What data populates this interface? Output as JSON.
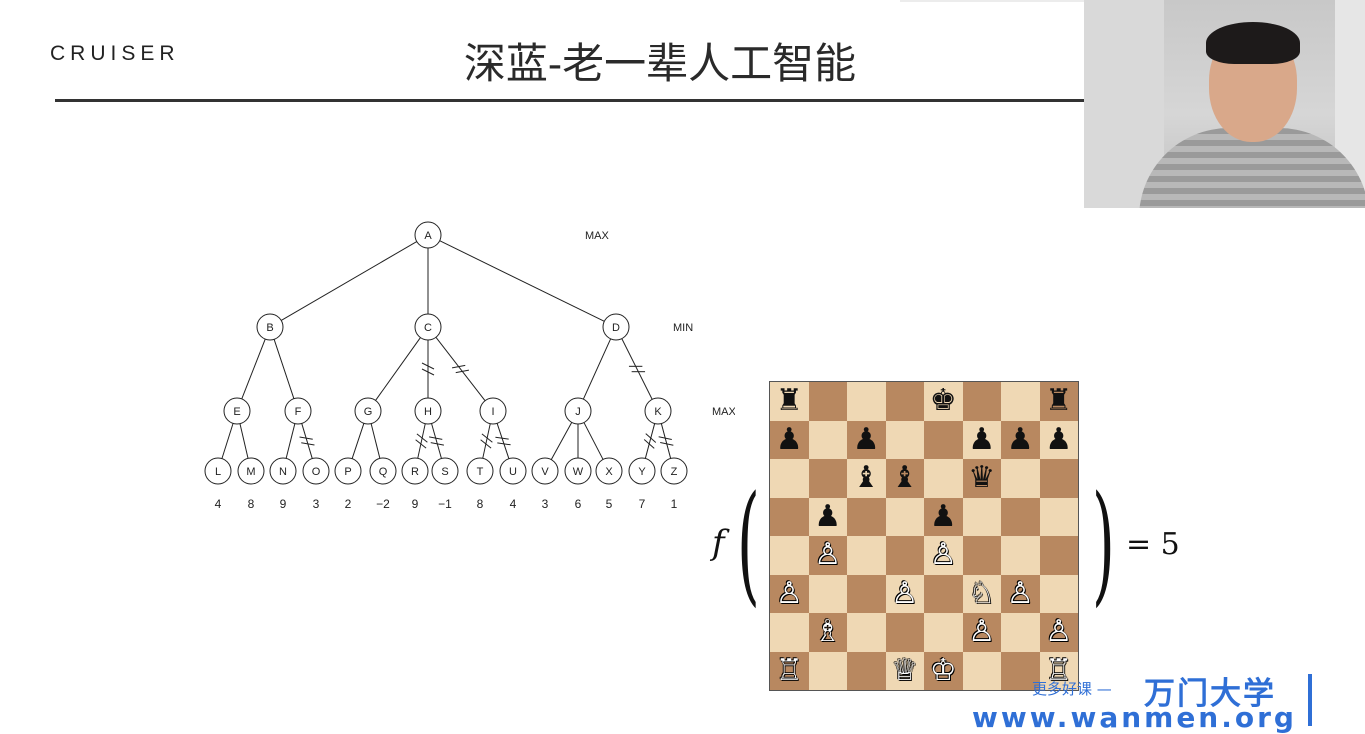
{
  "header": {
    "logo": "CRUISER",
    "title": "深蓝-老一辈人工智能"
  },
  "tree": {
    "levels": [
      {
        "label": "MAX",
        "nodes": [
          "A"
        ]
      },
      {
        "label": "MIN",
        "nodes": [
          "B",
          "C",
          "D"
        ]
      },
      {
        "label": "MAX",
        "nodes": [
          "E",
          "F",
          "G",
          "H",
          "I",
          "J",
          "K"
        ]
      },
      {
        "label": "",
        "nodes": [
          "L",
          "M",
          "N",
          "O",
          "P",
          "Q",
          "R",
          "S",
          "T",
          "U",
          "V",
          "W",
          "X",
          "Y",
          "Z"
        ]
      }
    ],
    "edges": [
      [
        "A",
        "B"
      ],
      [
        "A",
        "C"
      ],
      [
        "A",
        "D"
      ],
      [
        "B",
        "E"
      ],
      [
        "B",
        "F"
      ],
      [
        "C",
        "G"
      ],
      [
        "C",
        "H"
      ],
      [
        "C",
        "I"
      ],
      [
        "D",
        "J"
      ],
      [
        "D",
        "K"
      ],
      [
        "E",
        "L"
      ],
      [
        "E",
        "M"
      ],
      [
        "F",
        "N"
      ],
      [
        "F",
        "O"
      ],
      [
        "G",
        "P"
      ],
      [
        "G",
        "Q"
      ],
      [
        "H",
        "R"
      ],
      [
        "H",
        "S"
      ],
      [
        "I",
        "T"
      ],
      [
        "I",
        "U"
      ],
      [
        "J",
        "V"
      ],
      [
        "J",
        "W"
      ],
      [
        "J",
        "X"
      ],
      [
        "K",
        "Y"
      ],
      [
        "K",
        "Z"
      ]
    ],
    "pruned_edges": [
      [
        "C",
        "H"
      ],
      [
        "C",
        "I"
      ],
      [
        "D",
        "K"
      ],
      [
        "F",
        "O"
      ],
      [
        "H",
        "R"
      ],
      [
        "H",
        "S"
      ],
      [
        "I",
        "T"
      ],
      [
        "I",
        "U"
      ],
      [
        "K",
        "Y"
      ],
      [
        "K",
        "Z"
      ]
    ],
    "leaf_values": [
      "4",
      "8",
      "9",
      "3",
      "2",
      "−2",
      "9",
      "−1",
      "8",
      "4",
      "3",
      "6",
      "5",
      "7",
      "1"
    ]
  },
  "formula": {
    "func": "f",
    "result": "= 5"
  },
  "board": {
    "rows": [
      [
        "♜",
        "",
        "",
        "",
        "♚",
        "",
        "",
        "♜"
      ],
      [
        "♟",
        "",
        "♟",
        "",
        "",
        "♟",
        "♟",
        "♟"
      ],
      [
        "",
        "",
        "♝",
        "♝",
        "",
        "♛",
        "",
        ""
      ],
      [
        "",
        "♟",
        "",
        "",
        "♟",
        "",
        "",
        ""
      ],
      [
        "",
        "♙",
        "",
        "",
        "♙",
        "",
        "",
        ""
      ],
      [
        "♙",
        "",
        "",
        "♙",
        "",
        "♘",
        "♙",
        ""
      ],
      [
        "",
        "♗",
        "",
        "",
        "",
        "♙",
        "",
        "♙"
      ],
      [
        "♖",
        "",
        "",
        "♕",
        "♔",
        "",
        "",
        "♖"
      ]
    ]
  },
  "watermark": {
    "tagline": "更多好课 —",
    "brand": "万门大学",
    "url": "www.wanmen.org"
  }
}
